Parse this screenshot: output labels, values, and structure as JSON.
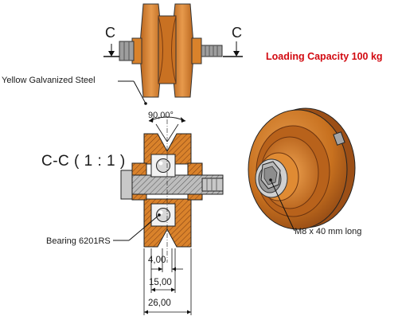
{
  "labels": {
    "section_marker_left": "C",
    "section_marker_right": "C",
    "loading_capacity": "Loading Capacity 100 kg",
    "material": "Yellow Galvanized Steel",
    "groove_angle": "90,00°",
    "section_view": "C-C ( 1 : 1 )",
    "bearing": "Bearing 6201RS",
    "bolt": "M8 x 40 mm long"
  },
  "dimensions": {
    "bore_width": "4,00",
    "bearing_width": "15,00",
    "overall_width": "26,00"
  },
  "colors": {
    "wheel_orange": "#d9822b",
    "wheel_dark": "#9c4f16",
    "steel_gray": "#a7a7a7",
    "hatch": "#4a4a4a",
    "callout_red": "#d20a11"
  }
}
